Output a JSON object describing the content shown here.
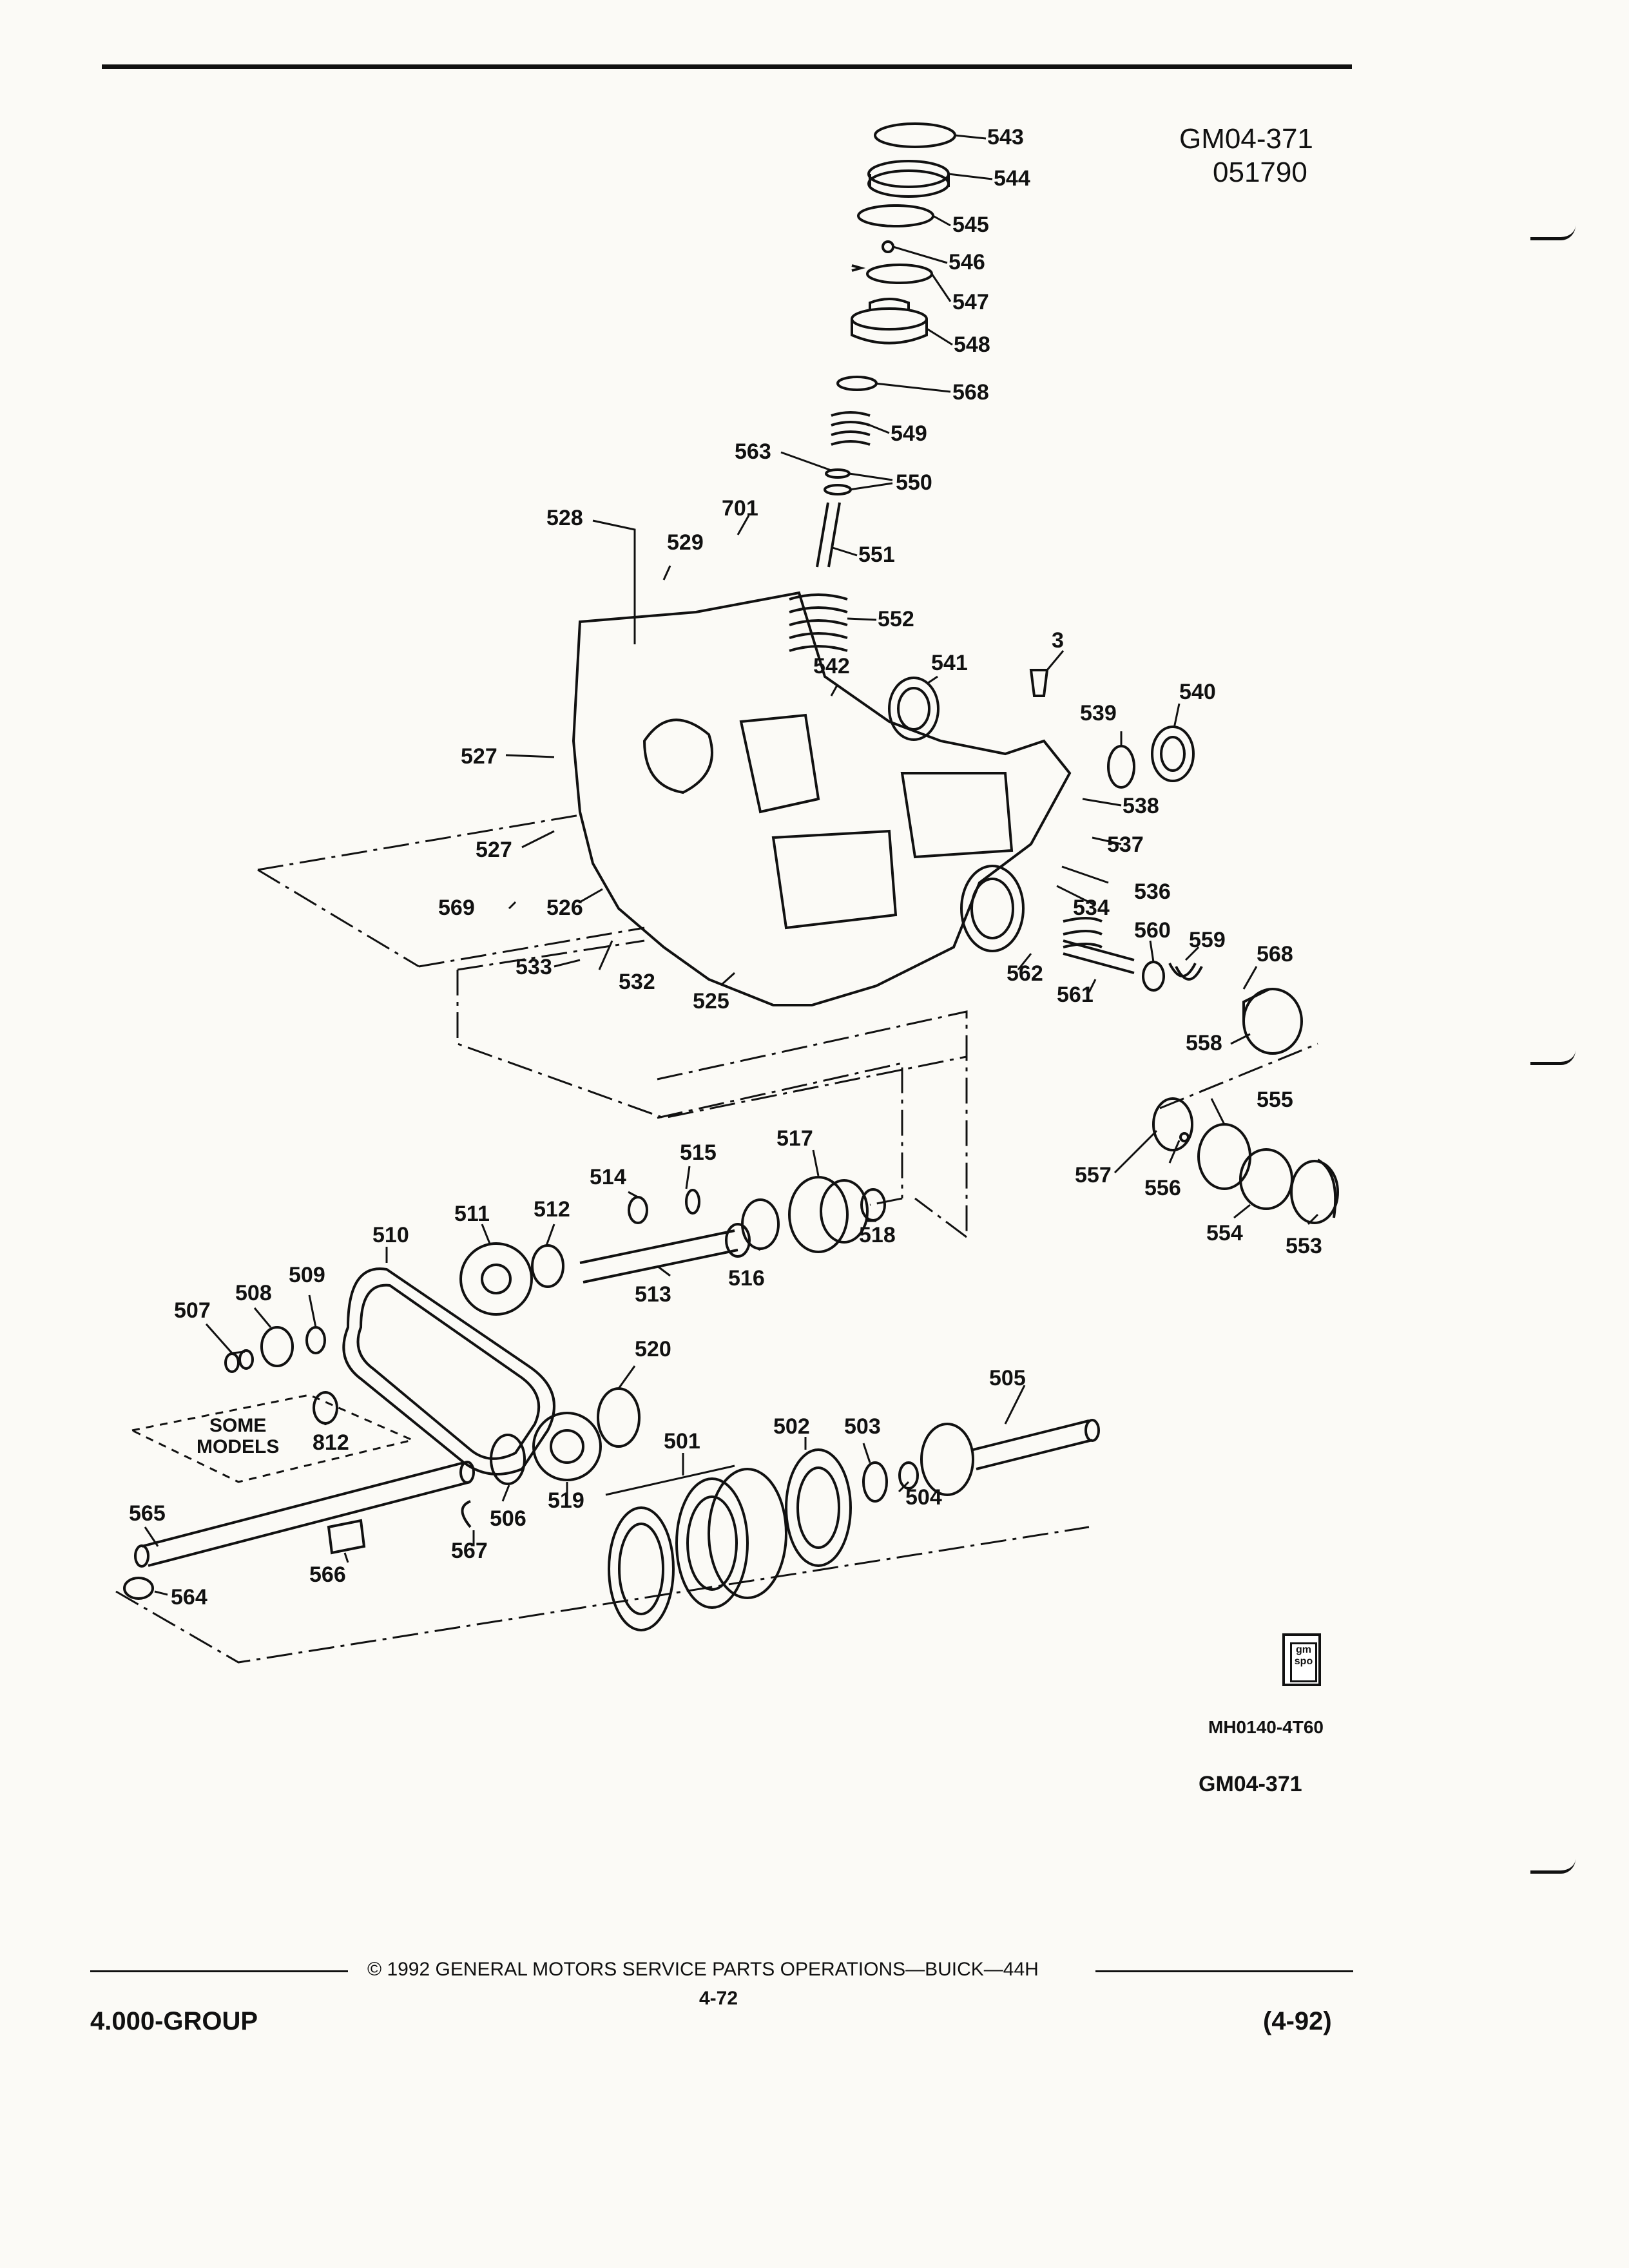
{
  "header": {
    "doc_id": "GM04-371",
    "doc_date": "051790"
  },
  "callouts": {
    "c543": "543",
    "c544": "544",
    "c545": "545",
    "c546": "546",
    "c547": "547",
    "c548": "548",
    "c568a": "568",
    "c549": "549",
    "c563": "563",
    "c550": "550",
    "c701": "701",
    "c528": "528",
    "c529": "529",
    "c551": "551",
    "c552": "552",
    "c542": "542",
    "c541": "541",
    "c3": "3",
    "c539": "539",
    "c540": "540",
    "c527a": "527",
    "c538": "538",
    "c527b": "527",
    "c537": "537",
    "c536": "536",
    "c569": "569",
    "c526": "526",
    "c534": "534",
    "c560": "560",
    "c559": "559",
    "c568b": "568",
    "c533": "533",
    "c532": "532",
    "c562": "562",
    "c561": "561",
    "c525": "525",
    "c558": "558",
    "c555": "555",
    "c517": "517",
    "c515": "515",
    "c514": "514",
    "c557": "557",
    "c556": "556",
    "c511": "511",
    "c512": "512",
    "c518": "518",
    "c554": "554",
    "c553": "553",
    "c510": "510",
    "c516": "516",
    "c509": "509",
    "c513": "513",
    "c508": "508",
    "c507": "507",
    "c520": "520",
    "c505": "505",
    "c812": "812",
    "c502": "502",
    "c503": "503",
    "c501": "501",
    "c565": "565",
    "c506": "506",
    "c519": "519",
    "c504": "504",
    "c567": "567",
    "c566": "566",
    "c564": "564"
  },
  "notes": {
    "some_models_line1": "SOME",
    "some_models_line2": "MODELS"
  },
  "reference": {
    "illustration_code": "MH0140-4T60",
    "doc_id_repeat": "GM04-371",
    "logo_text": "gm spo"
  },
  "footer": {
    "group": "4.000-GROUP",
    "copyright": "© 1992 GENERAL MOTORS SERVICE PARTS OPERATIONS—BUICK—44H",
    "page": "4-72",
    "revision": "(4-92)"
  }
}
